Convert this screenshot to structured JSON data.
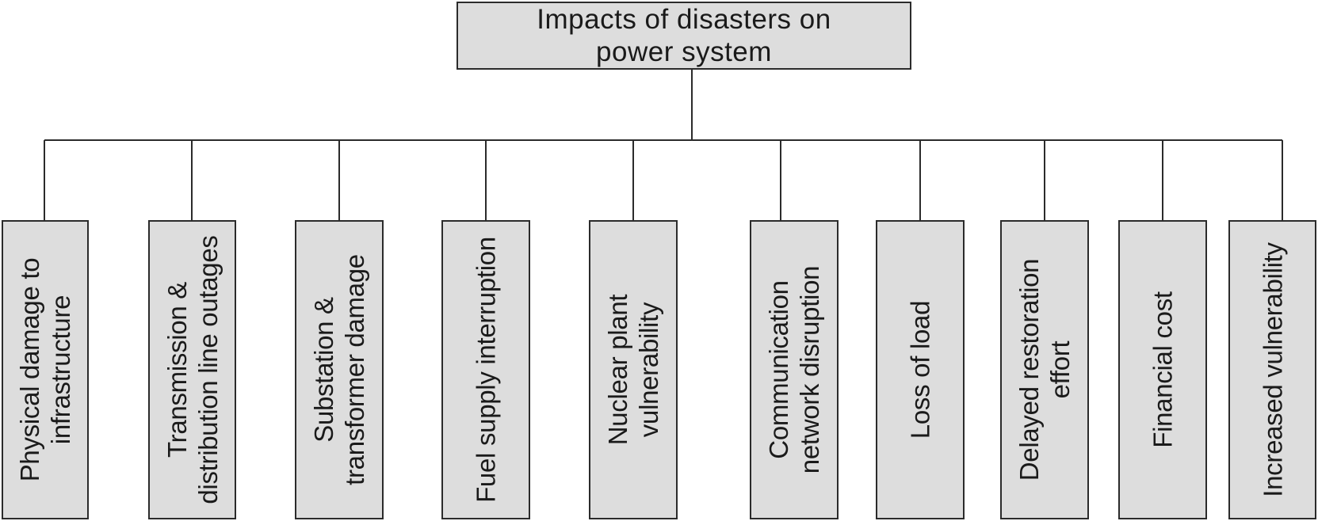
{
  "root": {
    "lines": [
      "Impacts of disasters on",
      "power system"
    ]
  },
  "impacts": [
    {
      "lines": [
        "Physical damage to",
        "infrastructure"
      ]
    },
    {
      "lines": [
        "Transmission &",
        "distribution line outages"
      ]
    },
    {
      "lines": [
        "Substation &",
        "transformer damage"
      ]
    },
    {
      "lines": [
        "Fuel supply interruption"
      ]
    },
    {
      "lines": [
        "Nuclear plant",
        "vulnerability"
      ]
    },
    {
      "lines": [
        "Communication",
        "network disruption"
      ]
    },
    {
      "lines": [
        "Loss of load"
      ]
    },
    {
      "lines": [
        "Delayed restoration",
        "effort"
      ]
    },
    {
      "lines": [
        "Financial cost"
      ]
    },
    {
      "lines": [
        "Increased vulnerability"
      ]
    }
  ]
}
